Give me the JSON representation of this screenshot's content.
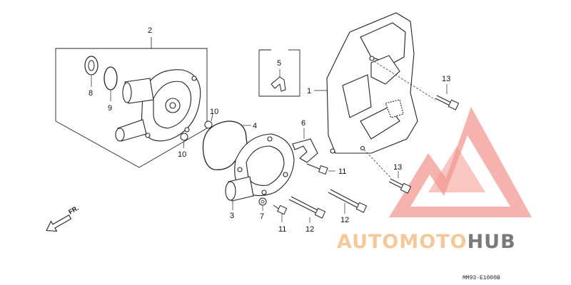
{
  "callouts": {
    "c1": "1",
    "c2": "2",
    "c3": "3",
    "c4": "4",
    "c5": "5",
    "c6": "6",
    "c7": "7",
    "c8": "8",
    "c9": "9",
    "c10a": "10",
    "c10b": "10",
    "c11a": "11",
    "c11b": "11",
    "c12a": "12",
    "c12b": "12",
    "c13a": "13",
    "c13b": "13"
  },
  "direction_label": "FR.",
  "diagram_code": "MM93-E1000B",
  "watermark": {
    "part1": "AUTOMOTO",
    "part2": "HUB",
    "color_part1": "#f5c89a",
    "color_part2": "#7a7a7a",
    "logo_color": "#f2877e"
  }
}
